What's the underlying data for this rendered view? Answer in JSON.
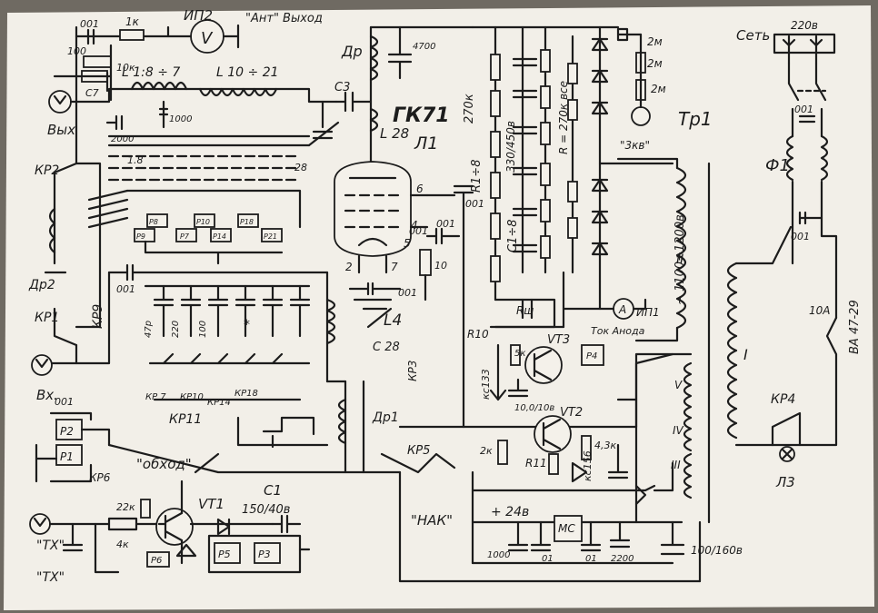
{
  "diagram": {
    "labels": {
      "c_001_top": "001",
      "r_1k": "1к",
      "meter_ip2": "ИП2",
      "ant_out": "\"Ант\" Выход",
      "r_100": "100",
      "r_10k": "10к",
      "c7": "C7",
      "l1_range": "L 1:8 ÷ 7",
      "l2_range": "L 10 ÷ 21",
      "c3": "C3",
      "c_4700": "4700",
      "choke_dr": "Др",
      "tube_name": "ГК71",
      "tube_ref": "Л1",
      "l28": "L 28",
      "vyh": "Вых",
      "c_2000": "2000",
      "c_1000": "1000",
      "tap_1_8": "1.8",
      "tap_28": "28",
      "kr2": "КР2",
      "dr2": "Др2",
      "kr1": "КР1",
      "kr9": "КР9",
      "vh": "Вх.",
      "c_001_a": "001",
      "c_001_b": "001",
      "c_001_c": "001",
      "c_001_d": "001",
      "pin6": "6",
      "pin4": "4",
      "pin5": "5",
      "pin2": "2",
      "pin7": "7",
      "r_10": "10",
      "c_47p": "47р",
      "c_220": "220",
      "c_100": "100",
      "star": "*",
      "l4": "L4",
      "c28": "C 28",
      "kr3": "КР3",
      "kr7": "КР 7",
      "kr10": "КР10",
      "kr14": "КР14",
      "kr18": "КР18",
      "kr11": "КР11",
      "dr1": "Др1",
      "p2": "P2",
      "p1": "P1",
      "kr6": "КР6",
      "bypass": "\"обход\"",
      "kr5": "КР5",
      "nak": "\"НАК\"",
      "r_22k": "22к",
      "vt1": "VT1",
      "c1": "C1",
      "c1_val": "150/40в",
      "tx1": "\"TX\"",
      "tx2": "\"TX\"",
      "r_4k": "4к",
      "p6": "P6",
      "p5": "P5",
      "p3": "P3",
      "plus24": "+ 24в",
      "mc": "МС",
      "c_1000b": "1000",
      "c_01a": "01",
      "c_01b": "01",
      "c_2200": "2200",
      "c_100_160": "100/160в",
      "r_2k": "2к",
      "r11": "R11",
      "vt2": "VT2",
      "r_43k": "4,3к",
      "kc156": "кс156",
      "vt3": "VT3",
      "r_5k": "5к",
      "r10": "R10",
      "kc133": "кс133",
      "c_10_10": "10,0/10в",
      "p4": "P4",
      "r_sh": "Rш",
      "anode_current": "Ток Анода",
      "ip1": "ИП1",
      "r_270k_left": "270к",
      "r_range": "R1÷8",
      "c_330": "330/450в",
      "c_range": "C1÷8",
      "r_270k_all": "R = 270к все",
      "r_2m_1": "2м",
      "r_2m_2": "2м",
      "r_2m_3": "2м",
      "kv3": "\"3кв\"",
      "tr1": "Тр1",
      "winding_II": "~ 1100÷1200в",
      "roman_II": "II",
      "roman_I": "I",
      "roman_V": "V",
      "roman_IV": "IV",
      "roman_III": "III",
      "set": "Сеть",
      "v220": "220в",
      "f1": "Ф1",
      "c_001_e": "001",
      "c_001_f": "001",
      "fuse_10a": "10А",
      "va47": "ВА 47-29",
      "kr4": "КР4",
      "lamp_l3": "Л3",
      "p7": "P7",
      "p10": "P10",
      "p14": "P14",
      "p18": "P18",
      "p21": "P21",
      "p8": "P8",
      "p9": "P9"
    }
  }
}
